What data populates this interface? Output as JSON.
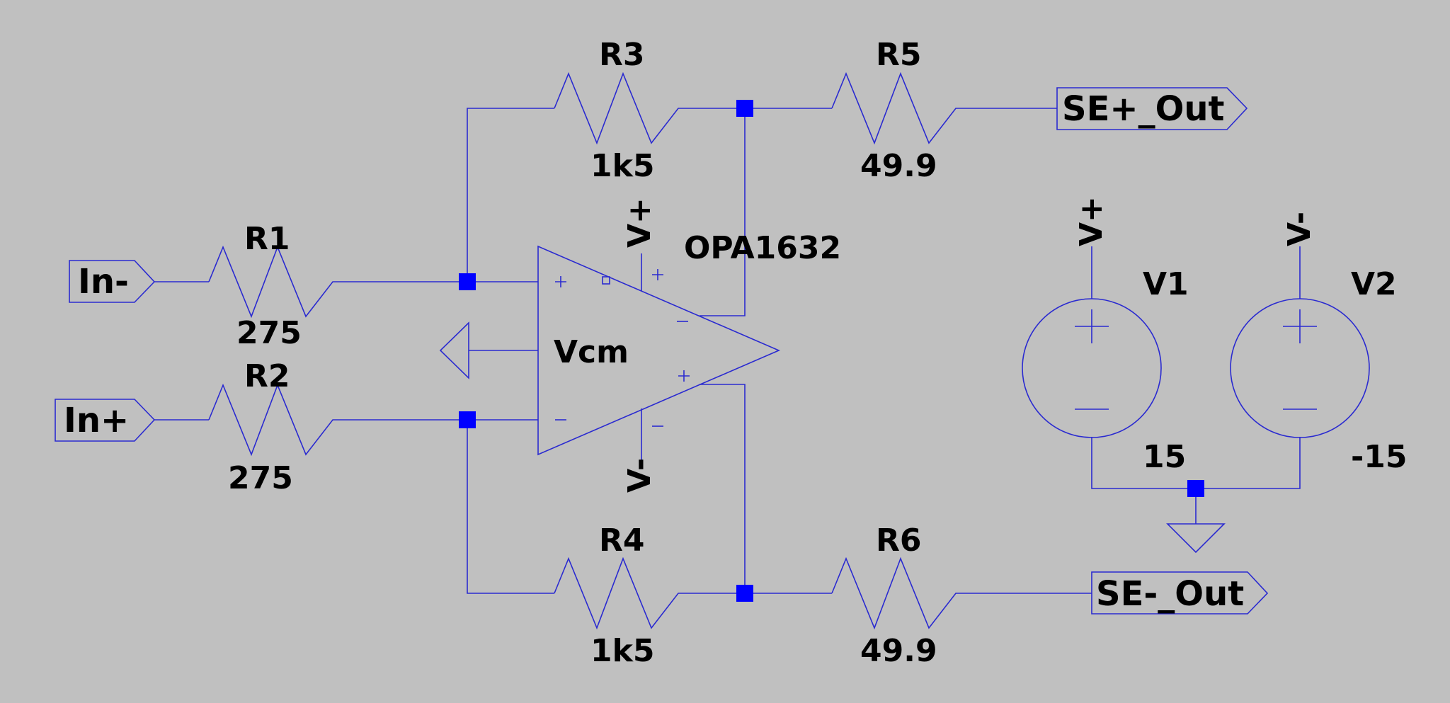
{
  "schematic": {
    "opamp": {
      "name": "OPA1632",
      "vcm_label": "Vcm",
      "supply_pos": "V+",
      "supply_neg": "V-"
    },
    "resistors": [
      {
        "ref": "R1",
        "value": "275"
      },
      {
        "ref": "R2",
        "value": "275"
      },
      {
        "ref": "R3",
        "value": "1k5"
      },
      {
        "ref": "R4",
        "value": "1k5"
      },
      {
        "ref": "R5",
        "value": "49.9"
      },
      {
        "ref": "R6",
        "value": "49.9"
      }
    ],
    "ports": {
      "in_minus": "In-",
      "in_plus": "In+",
      "out_plus": "SE+_Out",
      "out_minus": "SE-_Out"
    },
    "sources": [
      {
        "ref": "V1",
        "value": "15",
        "net": "V+"
      },
      {
        "ref": "V2",
        "value": "-15",
        "net": "V-"
      }
    ]
  }
}
